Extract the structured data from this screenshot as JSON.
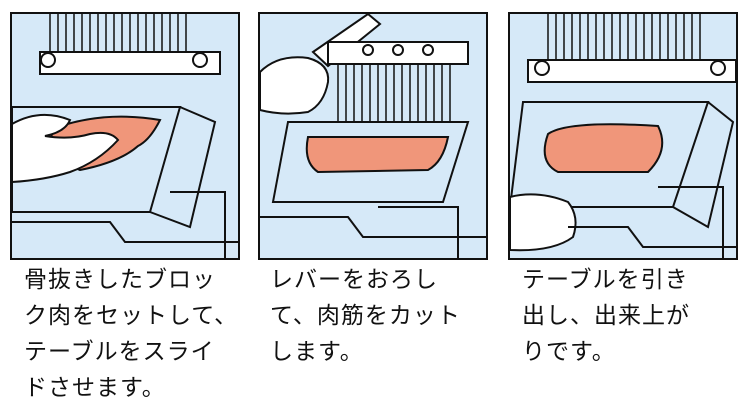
{
  "colors": {
    "panel_bg": "#d6e9f8",
    "meat": "#f0967a",
    "line": "#111111",
    "white": "#ffffff"
  },
  "steps": [
    {
      "caption_lines": [
        "骨抜きしたブロッ",
        "ク肉をセットして、",
        "テーブルをスライ",
        "ドさせます。"
      ]
    },
    {
      "caption_lines": [
        "レバーをおろし",
        "て、肉筋をカット",
        "します。"
      ]
    },
    {
      "caption_lines": [
        "テーブルを引き",
        "出し、出来上が",
        "りです。"
      ]
    }
  ]
}
